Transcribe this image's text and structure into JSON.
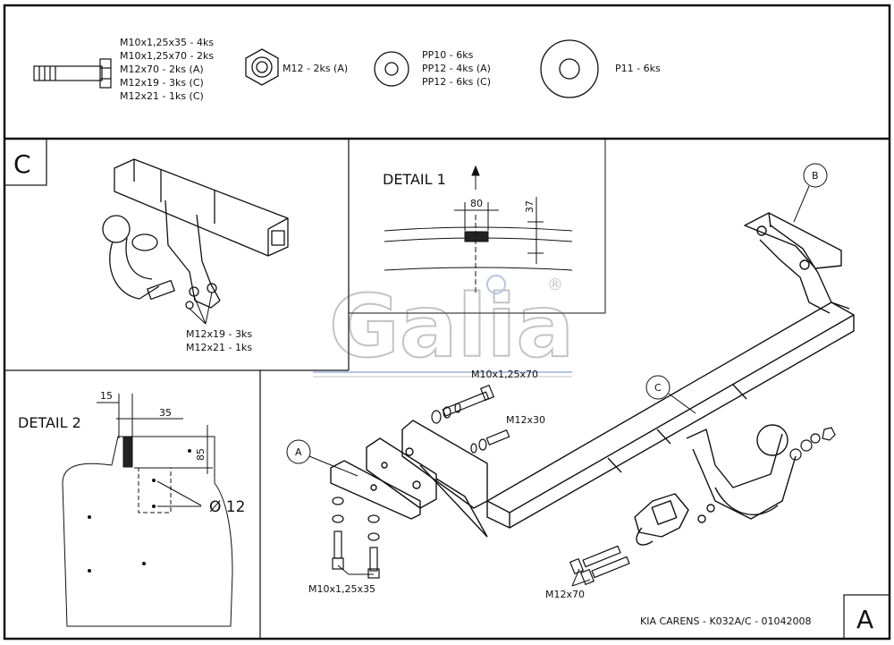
{
  "parts_header": {
    "bolt_lines": [
      "M10x1,25x35 - 4ks",
      "M10x1,25x70 - 2ks",
      "M12x70 - 2ks (A)",
      "M12x19 - 3ks (C)",
      "M12x21 - 1ks (C)"
    ],
    "nut_label": "M12 - 2ks (A)",
    "washer_lines": [
      "PP10 - 6ks",
      "PP12 - 4ks (A)",
      "PP12 - 6ks (C)"
    ],
    "big_washer_label": "P11 - 6ks"
  },
  "panel_c": {
    "letter": "C",
    "bolt_lines": [
      "M12x19 - 3ks",
      "M12x21 - 1ks"
    ]
  },
  "detail1": {
    "title": "DETAIL 1",
    "dim_width": "80",
    "dim_height": "37"
  },
  "watermark": {
    "text": "Galia",
    "registered": "®"
  },
  "detail2": {
    "title": "DETAIL 2",
    "dim_15": "15",
    "dim_35": "35",
    "dim_85": "85",
    "hole_label": "Ø 12"
  },
  "main": {
    "callout_b": "B",
    "callout_c": "C",
    "callout_a": "A",
    "bolt_top": "M10x1,25x70",
    "bolt_m12x30": "M12x30",
    "bolt_bottom_left": "M10x1,25x35",
    "bolt_bottom_right": "M12x70",
    "footer": "KIA CARENS - K032A/C - 01042008",
    "corner_letter": "A"
  }
}
